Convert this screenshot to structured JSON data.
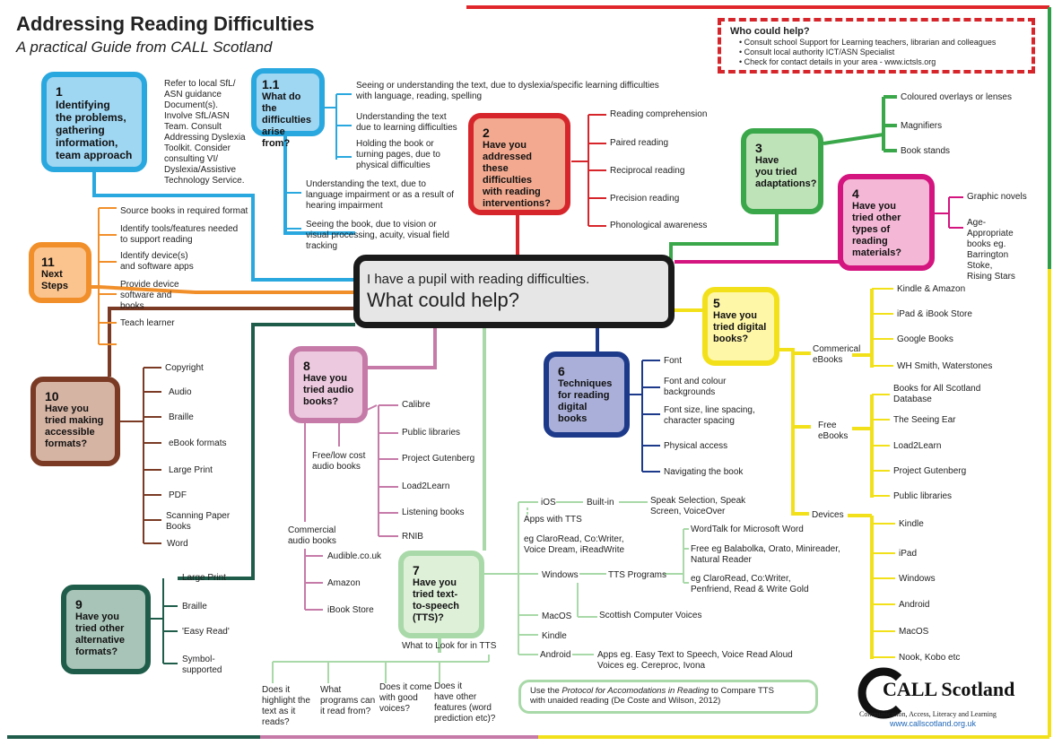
{
  "header": {
    "title": "Addressing Reading Difficulties",
    "subtitle": "A practical Guide from CALL Scotland"
  },
  "who": {
    "title": "Who could help?",
    "items": [
      "Consult school Support for Learning teachers, librarian and colleagues",
      "Consult local authority ICT/ASN Specialist",
      "Check for contact details in your area - www.ictsls.org"
    ]
  },
  "center": {
    "line1": "I have a pupil with reading difficulties.",
    "line2": "What could help?"
  },
  "box1": {
    "number": "1",
    "label": "Identifying\nthe problems,\ngathering\ninformation,\nteam approach",
    "note": "Refer to local SfL/\nASN guidance\nDocument(s).\nInvolve SfL/ASN\nTeam. Consult\nAddressing Dyslexia\nToolkit. Consider\nconsulting VI/\nDyslexia/Assistive\nTechnology Service."
  },
  "box1_1": {
    "number": "1.1",
    "label": "What do the\ndifficulties\narise from?",
    "items": [
      "Seeing or understanding the text, due to dyslexia/specific learning difficulties\nwith language, reading, spelling",
      "Understanding the text\ndue to learning difficulties",
      "Holding the book or\nturning pages, due to\nphysical difficulties",
      "Understanding the text, due to\nlanguage impairment or as a result of\nhearing impairment",
      "Seeing the book, due to vision or\nvisual processing, acuity, visual field\ntracking"
    ]
  },
  "box2": {
    "number": "2",
    "label": "Have you\naddressed these\ndifficulties\nwith reading\ninterventions?",
    "items": [
      "Reading comprehension",
      "Paired reading",
      "Reciprocal reading",
      "Precision reading",
      "Phonological awareness"
    ]
  },
  "box3": {
    "number": "3",
    "label": "Have\nyou tried\nadaptations?",
    "items": [
      "Coloured overlays or lenses",
      "Magnifiers",
      "Book stands"
    ]
  },
  "box4": {
    "number": "4",
    "label": "Have you\ntried other\ntypes of\nreading\nmaterials?",
    "items": [
      "Graphic novels",
      "Age-\nAppropriate\nbooks eg.\nBarrington\nStoke,\nRising Stars"
    ]
  },
  "box5": {
    "number": "5",
    "label": "Have you\ntried digital\nbooks?",
    "commercial_label": "Commerical\neBooks",
    "commercial": [
      "Kindle & Amazon",
      "iPad & iBook Store",
      "Google Books",
      "WH Smith, Waterstones"
    ],
    "free_label": "Free\neBooks",
    "free": [
      "Books for All Scotland\nDatabase",
      "The Seeing Ear",
      "Load2Learn",
      "Project Gutenberg",
      "Public libraries"
    ],
    "devices_label": "Devices",
    "devices": [
      "Kindle",
      "iPad",
      "Windows",
      "Android",
      "MacOS",
      "Nook, Kobo etc"
    ]
  },
  "box6": {
    "number": "6",
    "label": "Techniques\nfor reading\ndigital books",
    "items": [
      "Font",
      "Font and colour\nbackgrounds",
      "Font size, line spacing,\ncharacter spacing",
      "Physical access",
      "Navigating the book"
    ]
  },
  "box7": {
    "number": "7",
    "label": "Have you\ntried text-\nto-speech\n(TTS)?",
    "ios": "iOS",
    "builtin": "Built-in",
    "speak": "Speak Selection, Speak\nScreen, VoiceOver",
    "apps_tts": "Apps with TTS",
    "ios_apps": "eg ClaroRead, Co:Writer,\nVoice Dream, iReadWrite",
    "windows": "Windows",
    "tts_programs": "TTS Programs",
    "wordtalk": "WordTalk for Microsoft Word",
    "free_eg": "Free eg Balabolka, Orato, Minireader,\nNatural Reader",
    "paid_eg": "eg ClaroRead, Co:Writer,\nPenfriend, Read & Write Gold",
    "macos": "MacOS",
    "scottish": "Scottish Computer Voices",
    "kindle": "Kindle",
    "android": "Android",
    "android_apps": "Apps eg. Easy Text to Speech, Voice Read Aloud\nVoices eg. Cereproc, Ivona",
    "what_to_look": "What to Look for in TTS",
    "questions": [
      "Does it\nhighlight the\ntext as it\nreads?",
      "What\nprograms can\nit read from?",
      "Does it come\nwith good\nvoices?",
      "Does it\nhave other\nfeatures (word\nprediction etc)?"
    ],
    "protocol_pre": "Use the ",
    "protocol_em": "Protocol for Accomodations in Reading",
    "protocol_post": " to Compare TTS\nwith unaided reading (De Coste and Wilson, 2012)"
  },
  "box8": {
    "number": "8",
    "label": "Have you\ntried audio\nbooks?",
    "free_label": "Free/low cost\naudio books",
    "free": [
      "Calibre",
      "Public libraries",
      "Project Gutenberg",
      "Load2Learn",
      "Listening books",
      "RNIB"
    ],
    "commercial_label": "Commercial\naudio books",
    "commercial": [
      "Audible.co.uk",
      "Amazon",
      "iBook Store"
    ]
  },
  "box9": {
    "number": "9",
    "label": "Have you\ntried other\nalternative\nformats?",
    "items": [
      "Large Print",
      "Braille",
      "'Easy Read'",
      "Symbol-\nsupported"
    ]
  },
  "box10": {
    "number": "10",
    "label": "Have you\ntried making\naccessible\nformats?",
    "items": [
      "Copyright",
      "Audio",
      "Braille",
      "eBook formats",
      "Large Print",
      "PDF",
      "Scanning Paper\nBooks",
      "Word"
    ]
  },
  "box11": {
    "number": "11",
    "label": "Next\nSteps",
    "items": [
      "Source books in required format",
      "Identify tools/features needed\nto support reading",
      "Identify device(s)\nand software apps",
      "Provide device\nsoftware and\nbooks",
      "Teach learner"
    ]
  },
  "logo": {
    "name": "CALL Scotland",
    "tagline": "Communication, Access, Literacy and Learning",
    "url": "www.callscotland.org.uk"
  }
}
